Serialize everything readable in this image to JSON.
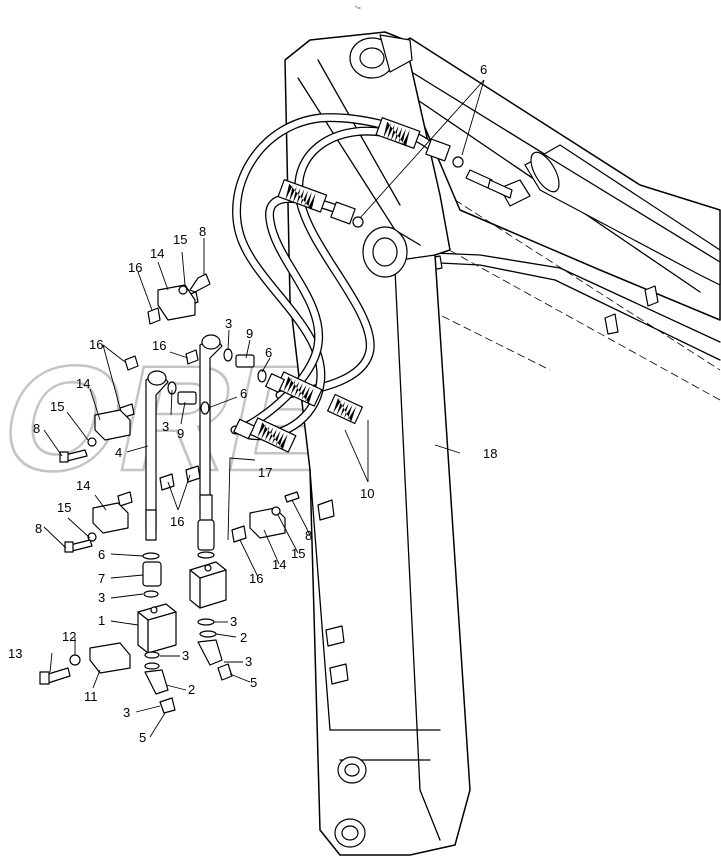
{
  "watermark": {
    "text": "OREX"
  },
  "header": {
    "mark": "*="
  },
  "callouts": [
    {
      "id": "c-6-top",
      "label": "6"
    },
    {
      "id": "c-8-a",
      "label": "8"
    },
    {
      "id": "c-15-a",
      "label": "15"
    },
    {
      "id": "c-14-a",
      "label": "14"
    },
    {
      "id": "c-16-a",
      "label": "16"
    },
    {
      "id": "c-3-a",
      "label": "3"
    },
    {
      "id": "c-9-a",
      "label": "9"
    },
    {
      "id": "c-6-a",
      "label": "6"
    },
    {
      "id": "c-16-b",
      "label": "16"
    },
    {
      "id": "c-16-c",
      "label": "16"
    },
    {
      "id": "c-14-b",
      "label": "14"
    },
    {
      "id": "c-15-b",
      "label": "15"
    },
    {
      "id": "c-8-b",
      "label": "8"
    },
    {
      "id": "c-3-b",
      "label": "3"
    },
    {
      "id": "c-9-b",
      "label": "9"
    },
    {
      "id": "c-6-b",
      "label": "6"
    },
    {
      "id": "c-4",
      "label": "4"
    },
    {
      "id": "c-17",
      "label": "17"
    },
    {
      "id": "c-18",
      "label": "18"
    },
    {
      "id": "c-10",
      "label": "10"
    },
    {
      "id": "c-14-c",
      "label": "14"
    },
    {
      "id": "c-16-d",
      "label": "16"
    },
    {
      "id": "c-15-c",
      "label": "15"
    },
    {
      "id": "c-8-c",
      "label": "8"
    },
    {
      "id": "c-14-d",
      "label": "14"
    },
    {
      "id": "c-16-e",
      "label": "16"
    },
    {
      "id": "c-15-d",
      "label": "15"
    },
    {
      "id": "c-14-e",
      "label": "14"
    },
    {
      "id": "c-16-f",
      "label": "16"
    },
    {
      "id": "c-8-d",
      "label": "8"
    },
    {
      "id": "c-6-c",
      "label": "6"
    },
    {
      "id": "c-7",
      "label": "7"
    },
    {
      "id": "c-3-c",
      "label": "3"
    },
    {
      "id": "c-1",
      "label": "1"
    },
    {
      "id": "c-3-d",
      "label": "3"
    },
    {
      "id": "c-2-a",
      "label": "2"
    },
    {
      "id": "c-3-e",
      "label": "3"
    },
    {
      "id": "c-5-a",
      "label": "5"
    },
    {
      "id": "c-12",
      "label": "12"
    },
    {
      "id": "c-13",
      "label": "13"
    },
    {
      "id": "c-3-f",
      "label": "3"
    },
    {
      "id": "c-11",
      "label": "11"
    },
    {
      "id": "c-2-b",
      "label": "2"
    },
    {
      "id": "c-3-g",
      "label": "3"
    },
    {
      "id": "c-5-b",
      "label": "5"
    }
  ]
}
